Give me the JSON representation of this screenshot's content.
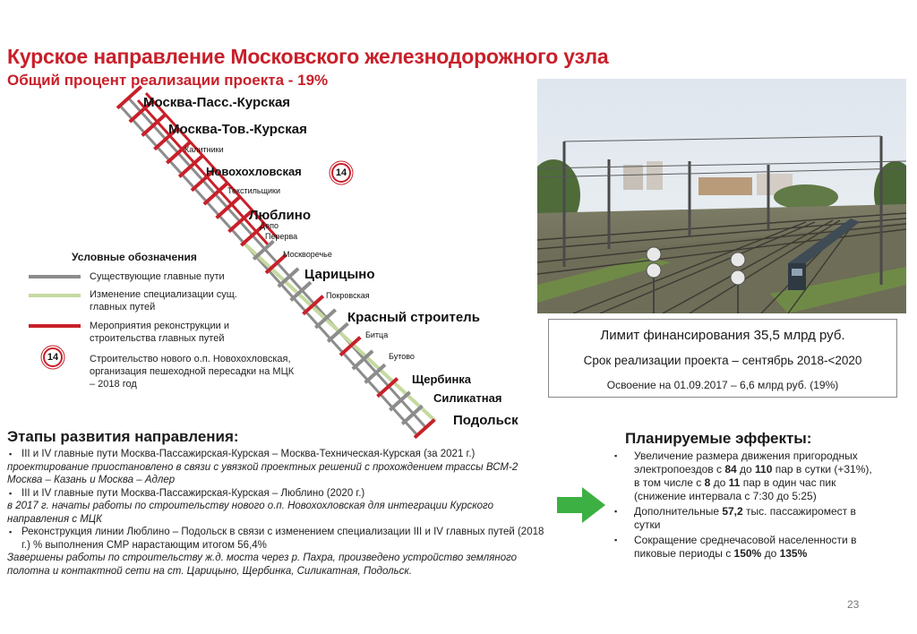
{
  "header": {
    "title": "Курское направление Московского железнодорожного узла",
    "subtitle": "Общий процент реализации проекта - 19%"
  },
  "stations": {
    "moskva_pass": "Москва-Пасс.-Курская",
    "moskva_tov": "Москва-Тов.-Курская",
    "kalitniki": "Калитники",
    "novokhokhlovskaya": "Новохохловская",
    "tekstilshchiki": "Текстильщики",
    "lyublino": "Люблино",
    "depo": "Депо",
    "pererva": "Перерва",
    "moskvorechye": "Москворечье",
    "tsaritsyno": "Царицыно",
    "pokrovskaya": "Покровская",
    "krasny_stroitel": "Красный строитель",
    "bitsa": "Битца",
    "butovo": "Бутово",
    "shcherbinka": "Щербинка",
    "silikatnaya": "Силикатная",
    "podolsk": "Подольск"
  },
  "badge_number": "14",
  "legend": {
    "title": "Условные обозначения",
    "existing": "Существующие главные пути",
    "specialization": "Изменение специализации сущ. главных путей",
    "reconstruction": "Мероприятия реконструкции и строительства главных путей",
    "new_stop": "Строительство нового о.п. Новохохловская, организация пешеходной пересадки на МЦК – 2018 год"
  },
  "colors": {
    "accent_red": "#c8202a",
    "existing_gray": "#8c8c8c",
    "specialization_green": "#c6d9a0",
    "arrow_green": "#3cb043"
  },
  "info": {
    "limit": "Лимит финансирования 35,5 млрд руб.",
    "deadline": "Срок реализации проекта – сентябрь 2018-<2020",
    "progress": "Освоение на 01.09.2017 – 6,6 млрд руб. (19%)"
  },
  "stages": {
    "heading": "Этапы развития направления:",
    "item1": "III и IV главные пути Москва-Пассажирская-Курская – Москва-Техническая-Курская (за 2021 г.)",
    "item1_note": "проектирование приостановлено в связи с увязкой проектных решений с прохождением трассы ВСМ-2 Москва – Казань и Москва – Адлер",
    "item2": "III и IV главные пути Москва-Пассажирская-Курская – Люблино (2020 г.)",
    "item2_note": "в 2017 г. начаты работы по строительству нового о.п. Новохохловская для интеграции Курского направления с МЦК",
    "item3": "Реконструкция линии Люблино – Подольск в связи с изменением специализации III и IV главных путей (2018 г.) % выполнения СМР нарастающим итогом 56,4%",
    "item3_note": "Завершены работы по строительству ж.д. моста через р. Пахра, произведено устройство земляного полотна и контактной сети на ст. Царицыно, Щербинка, Силикатная, Подольск."
  },
  "effects": {
    "heading": "Планируемые эффекты:",
    "e1_a": "Увеличение размера движения пригородных электропоездов с ",
    "e1_b": "84",
    "e1_c": " до ",
    "e1_d": "110",
    "e1_e": " пар в сутки (+31%), в том числе с ",
    "e1_f": "8",
    "e1_g": " до ",
    "e1_h": "11",
    "e1_i": " пар в один час пик (снижение интервала с 7:30 до 5:25)",
    "e2_a": "Дополнительные ",
    "e2_b": "57,2",
    "e2_c": " тыс. пассажиромест в сутки",
    "e3_a": "Сокращение среднечасовой населенности в пиковые периоды с ",
    "e3_b": "150%",
    "e3_c": " до ",
    "e3_d": "135%"
  },
  "page_number": "23"
}
